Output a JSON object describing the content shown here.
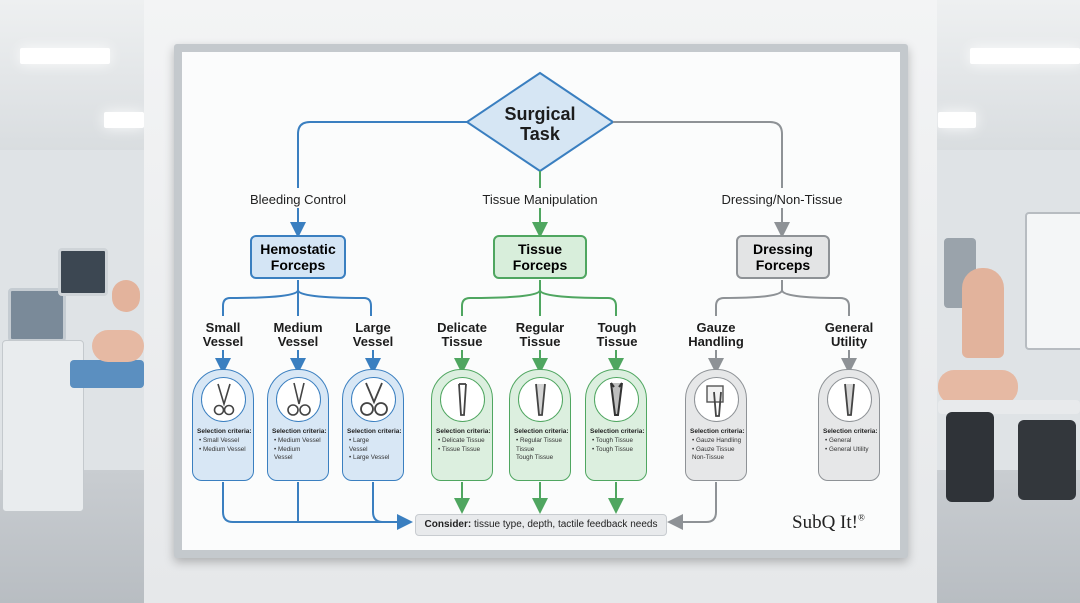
{
  "diagram": {
    "root": {
      "line1": "Surgical",
      "line2": "Task"
    },
    "branches": [
      {
        "label": "Bleeding Control",
        "node_line1": "Hemostatic",
        "node_line2": "Forceps",
        "color": "#3a7fc0",
        "fill": "#d4e5f5",
        "leaves": [
          {
            "line1": "Small",
            "line2": "Vessel",
            "criteria_title": "Selection criteria:",
            "criteria": [
              "• Small Vessel",
              "• Medium Vessel"
            ],
            "icon": "hemostat-icon"
          },
          {
            "line1": "Medium",
            "line2": "Vessel",
            "criteria_title": "Selection criteria:",
            "criteria": [
              "• Medium Vessel",
              "• Medium",
              "Vessel"
            ],
            "icon": "hemostat-icon"
          },
          {
            "line1": "Large",
            "line2": "Vessel",
            "criteria_title": "Selection criteria:",
            "criteria": [
              "• Large",
              "Vessel",
              "• Large Vessel"
            ],
            "icon": "hemostat-large-icon"
          }
        ]
      },
      {
        "label": "Tissue Manipulation",
        "node_line1": "Tissue",
        "node_line2": "Forceps",
        "color": "#4fa660",
        "fill": "#d8eedb",
        "leaves": [
          {
            "line1": "Delicate",
            "line2": "Tissue",
            "criteria_title": "Selection criteria:",
            "criteria": [
              "• Delicate Tissue",
              "• Tissue Tissue"
            ],
            "icon": "tweezers-icon"
          },
          {
            "line1": "Regular",
            "line2": "Tissue",
            "criteria_title": "Selection criteria:",
            "criteria": [
              "• Regular Tissue",
              "Tissue",
              "Tough Tissue"
            ],
            "icon": "tweezers-icon"
          },
          {
            "line1": "Tough",
            "line2": "Tissue",
            "criteria_title": "Selection criteria:",
            "criteria": [
              "• Tough Tissue",
              "• Tough Tissue"
            ],
            "icon": "toothed-forceps-icon"
          }
        ]
      },
      {
        "label": "Dressing/Non-Tissue",
        "node_line1": "Dressing",
        "node_line2": "Forceps",
        "color": "#8e9296",
        "fill": "#e3e4e5",
        "leaves": [
          {
            "line1": "Gauze",
            "line2": "Handling",
            "criteria_title": "Selection criteria:",
            "criteria": [
              "• Gauze Handling",
              "• Gauze Tissue",
              "Non-Tissue"
            ],
            "icon": "gauze-forceps-icon"
          },
          {
            "line1": "General",
            "line2": "Utility",
            "criteria_title": "Selection criteria:",
            "criteria": [
              "• General",
              "• General Utility"
            ],
            "icon": "utility-forceps-icon"
          }
        ]
      }
    ],
    "consider": {
      "bold": "Consider:",
      "text": " tissue type, depth, tactile feedback needs"
    },
    "logo": "SubQ It!",
    "logo_mark": "®"
  }
}
